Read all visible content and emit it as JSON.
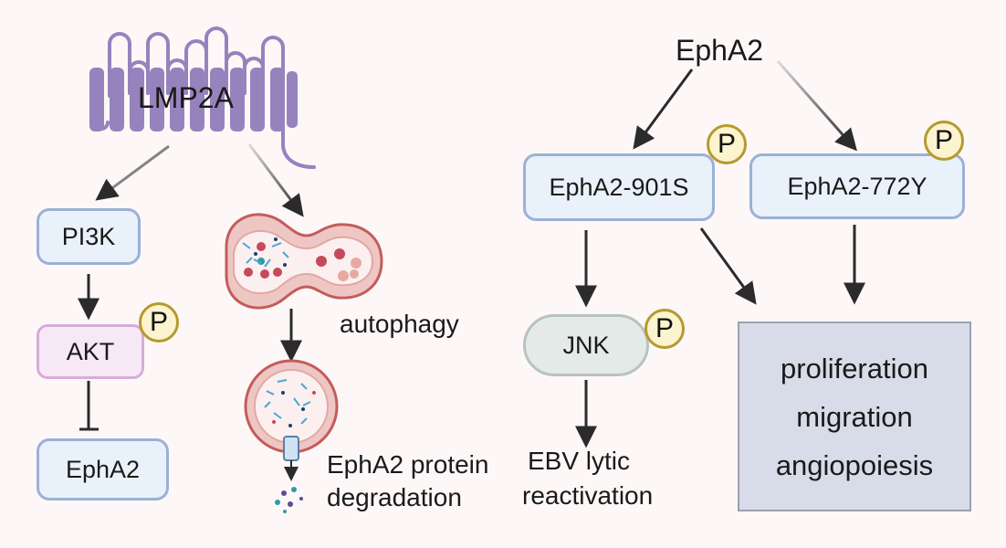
{
  "membrane_protein": {
    "label": "LMP2A"
  },
  "left_pathway": {
    "pi3k": "PI3K",
    "akt": "AKT",
    "epha2": "EphA2"
  },
  "autophagy_pathway": {
    "autophagy_label": "autophagy",
    "degradation_line1": "EphA2 protein",
    "degradation_line2": "degradation"
  },
  "right_pathway": {
    "top": "EphA2",
    "ser901": "EphA2-901S",
    "tyr772": "EphA2-772Y",
    "jnk": "JNK",
    "ebv_line1": "EBV lytic",
    "ebv_line2": "reactivation",
    "outcomes": [
      "proliferation",
      "migration",
      "angiopoiesis"
    ]
  },
  "phospho_badge": "P",
  "colors": {
    "background": "#fdf8f7",
    "membrane_protein": "#9683bd",
    "blue_box_fill": "#e9f1fb",
    "blue_box_border": "#9bb1d6",
    "akt_fill": "#f7e8f5",
    "akt_border": "#d7acd9",
    "jnk_fill": "#e4eae7",
    "outcome_fill": "#d8dbe8",
    "badge_fill": "#fbf4cf",
    "badge_border": "#b59a2e",
    "arrow": "#2b2b2b"
  }
}
